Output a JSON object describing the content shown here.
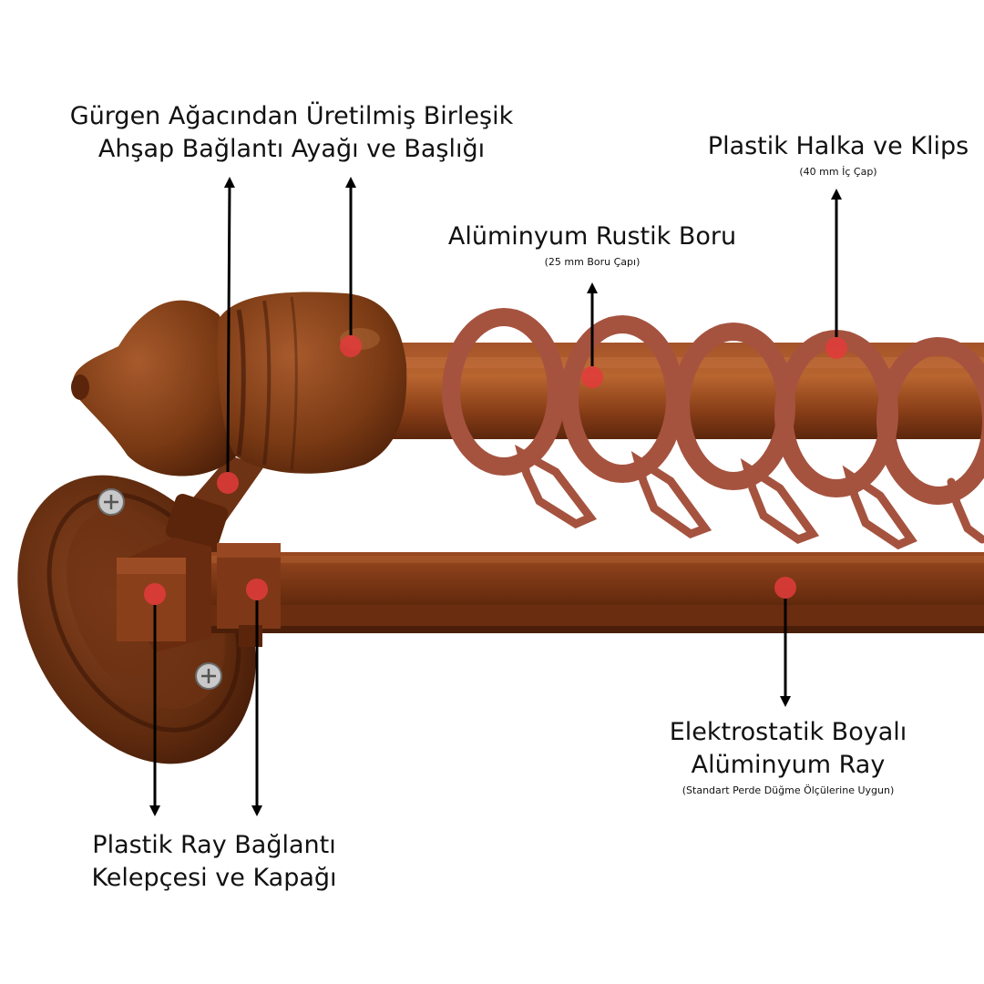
{
  "labels": {
    "wood": {
      "line1": "Gürgen Ağacından Üretilmiş Birleşik",
      "line2": "Ahşap Bağlantı Ayağı ve Başlığı"
    },
    "rings": {
      "line1": "Plastik Halka ve Klips",
      "note": "(40 mm İç Çap)"
    },
    "pipe": {
      "line1": "Alüminyum Rustik Boru",
      "note": "(25 mm Boru Çapı)"
    },
    "rail": {
      "line1": "Elektrostatik Boyalı",
      "line2": "Alüminyum Ray",
      "note": "(Standart Perde Düğme Ölçülerine Uygun)"
    },
    "clamp": {
      "line1": "Plastik Ray Bağlantı",
      "line2": "Kelepçesi ve Kapağı"
    }
  },
  "colors": {
    "wood": "#7a3a14",
    "wood_dark": "#4a1e08",
    "ring": "#a5533f",
    "marker": "#e33b3b",
    "arrow": "#000000"
  }
}
